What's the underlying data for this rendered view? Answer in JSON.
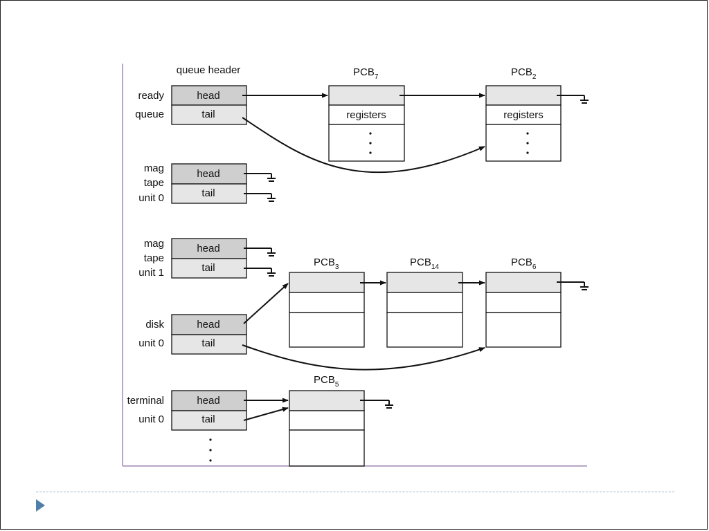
{
  "diagram": {
    "header_label": "queue header",
    "queues": [
      {
        "label_lines": [
          "ready",
          "queue"
        ],
        "head": "head",
        "tail": "tail"
      },
      {
        "label_lines": [
          "mag",
          "tape",
          "unit 0"
        ],
        "head": "head",
        "tail": "tail"
      },
      {
        "label_lines": [
          "mag",
          "tape",
          "unit 1"
        ],
        "head": "head",
        "tail": "tail"
      },
      {
        "label_lines": [
          "disk",
          "unit 0"
        ],
        "head": "head",
        "tail": "tail"
      },
      {
        "label_lines": [
          "terminal",
          "unit 0"
        ],
        "head": "head",
        "tail": "tail"
      }
    ],
    "pcbs": [
      {
        "base": "PCB",
        "sub": "7",
        "registers": "registers"
      },
      {
        "base": "PCB",
        "sub": "2",
        "registers": "registers"
      },
      {
        "base": "PCB",
        "sub": "3"
      },
      {
        "base": "PCB",
        "sub": "14"
      },
      {
        "base": "PCB",
        "sub": "6"
      },
      {
        "base": "PCB",
        "sub": "5"
      }
    ]
  },
  "colors": {
    "head_fill": "#cfcfcf",
    "tail_fill": "#e6e6e6",
    "pcb_top_fill": "#e6e6e6",
    "line": "#111111",
    "axis": "#b9a6c6",
    "footer_dash": "#8fb3c8",
    "footer_arrow": "#4f7fa6"
  },
  "footer": {
    "icon": "triangle-bullet-icon"
  }
}
